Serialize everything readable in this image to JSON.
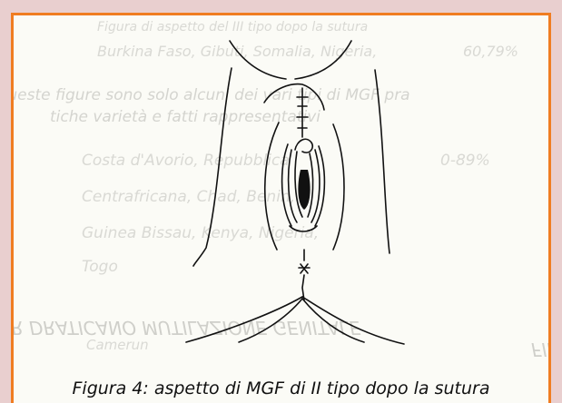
{
  "caption": "Figura 4: aspetto di MGF di II tipo dopo la sutura",
  "background_text": {
    "line1": "Figura di aspetto del III tipo dopo la sutura",
    "line2": "Burkina Faso, Gibuti, Somalia, Nigeria,",
    "line2_value": "60,79%",
    "line3": "Queste figure sono solo alcuni dei vari tipi di MGF pra",
    "line4": "tiche varietà e fatti rappresentativi",
    "row1_countries": "Costa d'Avorio, Repubblica",
    "row1_value": "0-89%",
    "row2_countries": "Centrafricana, Chad, Benin,",
    "row3_countries": "Guinea Bissau, Kenya, Nigeria,",
    "row4_countries": "Togo",
    "heading1": "ETAR DRATICANO MUTILAZIONE GENITALE",
    "heading2": "FILE",
    "footer_country": "Camerun"
  },
  "colors": {
    "page_background": "#e9cfcf",
    "panel_background": "#fbfbf6",
    "panel_border": "#f07d22",
    "line_art": "#111111"
  }
}
